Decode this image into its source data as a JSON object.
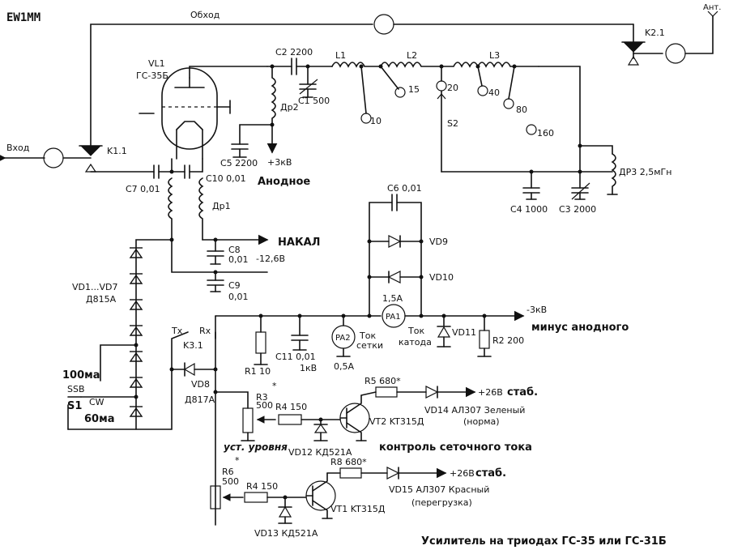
{
  "header": {
    "callsign": "EW1MM"
  },
  "labels": {
    "bypass": "Обход",
    "antenna": "Ант.",
    "input": "Вход",
    "k21": "K2.1",
    "k11": "K1.1",
    "k31": "K3.1",
    "vl1": "VL1",
    "vl1_type": "ГС-35Б",
    "c2": "C2  2200",
    "c1": "C1  500",
    "dr2": "Др2",
    "c5": "C5  2200",
    "plus3kv": "+3кВ",
    "anode": "Анодное",
    "c7": "C7  0,01",
    "c10": "C10  0,01",
    "dr1": "Др1",
    "l1": "L1",
    "l2": "L2",
    "l3": "L3",
    "tap10": "10",
    "tap15": "15",
    "tap20": "20",
    "tap40": "40",
    "tap80": "80",
    "tap160": "160",
    "s2": "S2",
    "c4": "C4  1000",
    "c3": "C3  2000",
    "dr3": "ДР3  2,5мГн",
    "heater": "НАКАЛ",
    "c8": "C8",
    "c8v": "0,01",
    "minus126": "-12,6В",
    "c9": "C9",
    "c9v": "0,01",
    "vd17": "VD1...VD7",
    "vd17_type": "Д815А",
    "c6": "C6  0,01",
    "vd9": "VD9",
    "vd10": "VD10",
    "pa1_current": "1,5А",
    "pa1": "PA1",
    "pa2": "PA2",
    "minus3kv": "-3кВ",
    "minus_anode": "минус анодного",
    "grid_current": "Ток",
    "grid_current2": "сетки",
    "cathode_current": "Ток",
    "cathode_current2": "катода",
    "pa2_current": "0,5А",
    "vd11": "VD11",
    "r2": "R2  200",
    "r1": "R1  10",
    "c11": "C11  0,01",
    "c11v": "1кВ",
    "tx": "Tx",
    "rx": "Rx",
    "ma100": "100ма",
    "ssb": "SSB",
    "cw": "CW",
    "s1": "S1",
    "ma60": "60ма",
    "vd8": "VD8",
    "vd8_type": "Д817А",
    "r3": "R3",
    "r3v": "500",
    "r4a": "R4  150",
    "r5": "R5  680*",
    "vd14": "VD14  АЛ307 Зеленый",
    "vd14b": "(норма)",
    "plus26a": "+26В",
    "stab": "стаб.",
    "vt2": "VT2  KT315Д",
    "level": "уст. уровня",
    "vd12": "VD12  КД521А",
    "grid_control": "контроль сеточного тока",
    "r6": "R6",
    "r6v": "500",
    "r4b": "R4  150",
    "r8": "R8  680*",
    "plus26b": "+26В",
    "vd15": "VD15  АЛ307 Красный",
    "vd15b": "(перегрузка)",
    "vt1": "VT1  KT315Д",
    "vd13": "VD13  КД521А",
    "star": "*",
    "caption": "Усилитель на триодах ГС-35 или ГС-31Б"
  }
}
